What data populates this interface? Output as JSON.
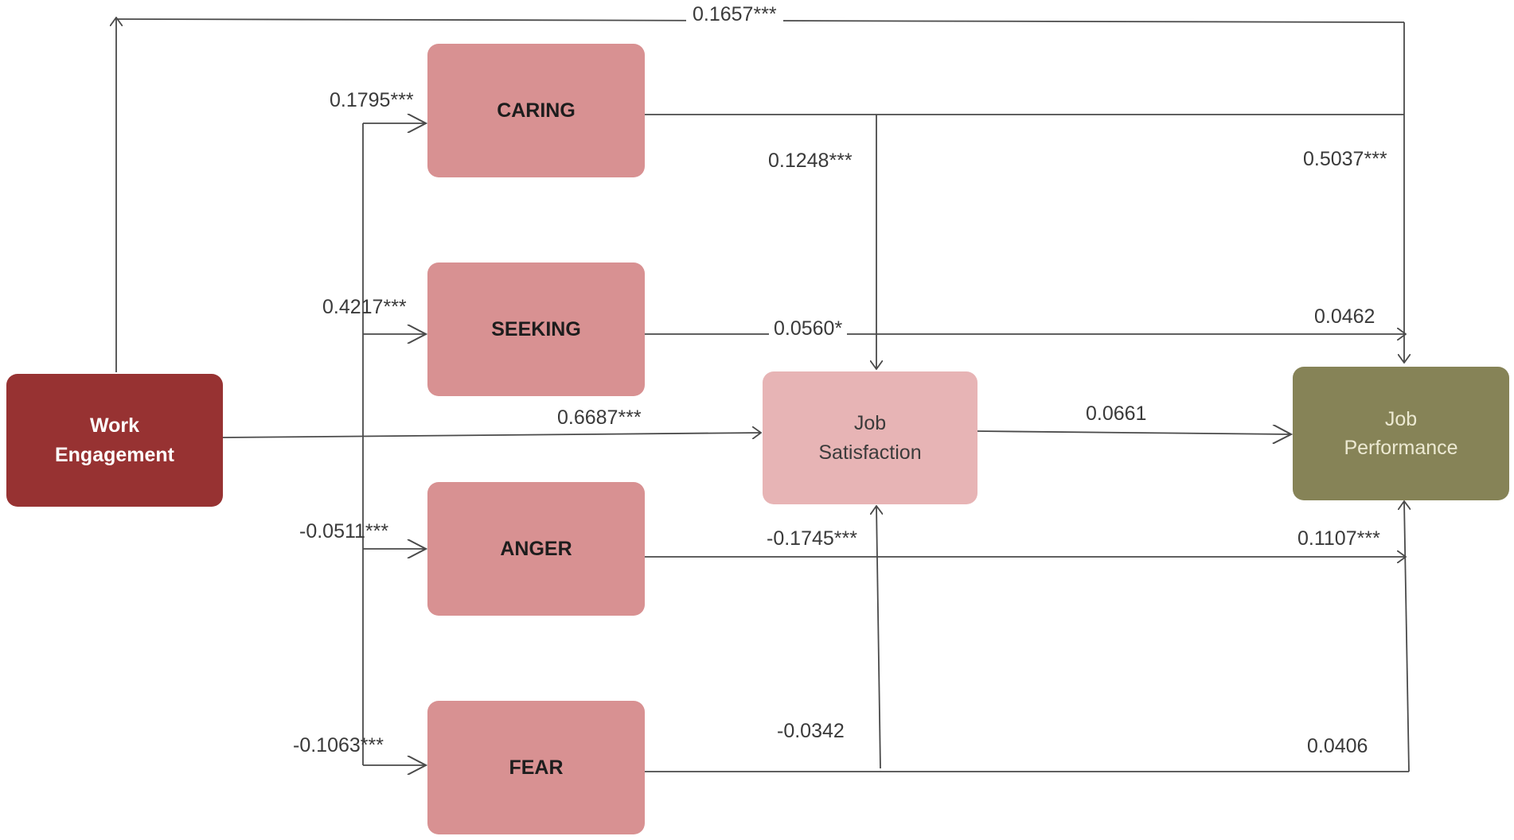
{
  "nodes": {
    "work_engagement": [
      "Work",
      "Engagement"
    ],
    "caring": "CARING",
    "seeking": "SEEKING",
    "anger": "ANGER",
    "fear": "FEAR",
    "job_satisfaction": [
      "Job",
      "Satisfaction"
    ],
    "job_performance": [
      "Job",
      "Performance"
    ]
  },
  "paths": {
    "we_to_jp": "0.1657***",
    "we_to_caring": "0.1795***",
    "we_to_seeking": "0.4217***",
    "we_to_anger": "-0.0511***",
    "we_to_fear": "-0.1063***",
    "we_to_js": "0.6687***",
    "caring_to_js": "0.1248***",
    "caring_to_jp": "0.5037***",
    "seeking_to_js": "0.0560*",
    "seeking_to_jp": "0.0462",
    "anger_to_js": "-0.1745***",
    "anger_to_jp": "0.1107***",
    "fear_to_js": "-0.0342",
    "fear_to_jp": "0.0406",
    "js_to_jp": "0.0661"
  },
  "colors": {
    "work_engagement": "#973232",
    "emotions": "#d89192",
    "job_satisfaction": "#e7b4b5",
    "job_performance": "#868357",
    "arrows": "#4a4a4a"
  }
}
